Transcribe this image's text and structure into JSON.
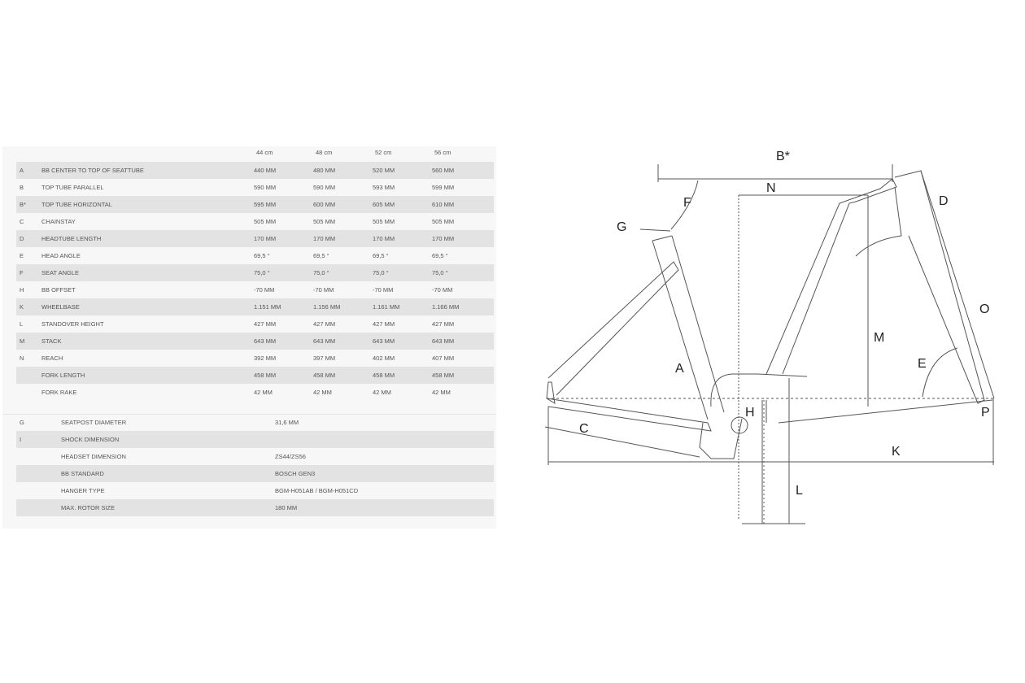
{
  "table": {
    "sizes": [
      "44 cm",
      "48 cm",
      "52 cm",
      "56 cm"
    ],
    "rows": [
      {
        "code": "A",
        "name": "BB CENTER TO TOP OF SEATTUBE",
        "v": [
          "440 MM",
          "480 MM",
          "520 MM",
          "560 MM"
        ]
      },
      {
        "code": "B",
        "name": "TOP TUBE PARALLEL",
        "v": [
          "590 MM",
          "590 MM",
          "593 MM",
          "599 MM"
        ]
      },
      {
        "code": "B*",
        "name": "TOP TUBE HORIZONTAL",
        "v": [
          "595 MM",
          "600 MM",
          "605 MM",
          "610 MM"
        ]
      },
      {
        "code": "C",
        "name": "CHAINSTAY",
        "v": [
          "505 MM",
          "505 MM",
          "505 MM",
          "505 MM"
        ]
      },
      {
        "code": "D",
        "name": "HEADTUBE LENGTH",
        "v": [
          "170 MM",
          "170 MM",
          "170 MM",
          "170 MM"
        ]
      },
      {
        "code": "E",
        "name": "HEAD ANGLE",
        "v": [
          "69,5 °",
          "69,5 °",
          "69,5 °",
          "69,5 °"
        ]
      },
      {
        "code": "F",
        "name": "SEAT ANGLE",
        "v": [
          "75,0 °",
          "75,0 °",
          "75,0 °",
          "75,0 °"
        ]
      },
      {
        "code": "H",
        "name": "BB OFFSET",
        "v": [
          "-70 MM",
          "-70 MM",
          "-70 MM",
          "-70 MM"
        ]
      },
      {
        "code": "K",
        "name": "WHEELBASE",
        "v": [
          "1.151 MM",
          "1.156 MM",
          "1.161 MM",
          "1.166 MM"
        ]
      },
      {
        "code": "L",
        "name": "STANDOVER HEIGHT",
        "v": [
          "427 MM",
          "427 MM",
          "427 MM",
          "427 MM"
        ]
      },
      {
        "code": "M",
        "name": "STACK",
        "v": [
          "643 MM",
          "643 MM",
          "643 MM",
          "643 MM"
        ]
      },
      {
        "code": "N",
        "name": "REACH",
        "v": [
          "392 MM",
          "397 MM",
          "402 MM",
          "407 MM"
        ]
      },
      {
        "code": "",
        "name": "FORK LENGTH",
        "v": [
          "458 MM",
          "458 MM",
          "458 MM",
          "458 MM"
        ]
      },
      {
        "code": "",
        "name": "FORK RAKE",
        "v": [
          "42 MM",
          "42 MM",
          "42 MM",
          "42 MM"
        ]
      }
    ],
    "specs": [
      {
        "code": "G",
        "name": "SEATPOST DIAMETER",
        "value": "31,6 MM"
      },
      {
        "code": "I",
        "name": "SHOCK DIMENSION",
        "value": ""
      },
      {
        "code": "",
        "name": "HEADSET DIMENSION",
        "value": "ZS44/ZS56"
      },
      {
        "code": "",
        "name": "BB STANDARD",
        "value": "BOSCH GEN3"
      },
      {
        "code": "",
        "name": "HANGER TYPE",
        "value": "BGM-H051AB / BGM-H051CD"
      },
      {
        "code": "",
        "name": "MAX. ROTOR SIZE",
        "value": "180 MM"
      }
    ]
  },
  "diagram_labels": {
    "bstar": "B*",
    "n": "N",
    "d": "D",
    "f": "F",
    "g": "G",
    "o": "O",
    "m": "M",
    "a": "A",
    "e": "E",
    "h": "H",
    "p": "P",
    "c": "C",
    "k": "K",
    "l": "L"
  }
}
